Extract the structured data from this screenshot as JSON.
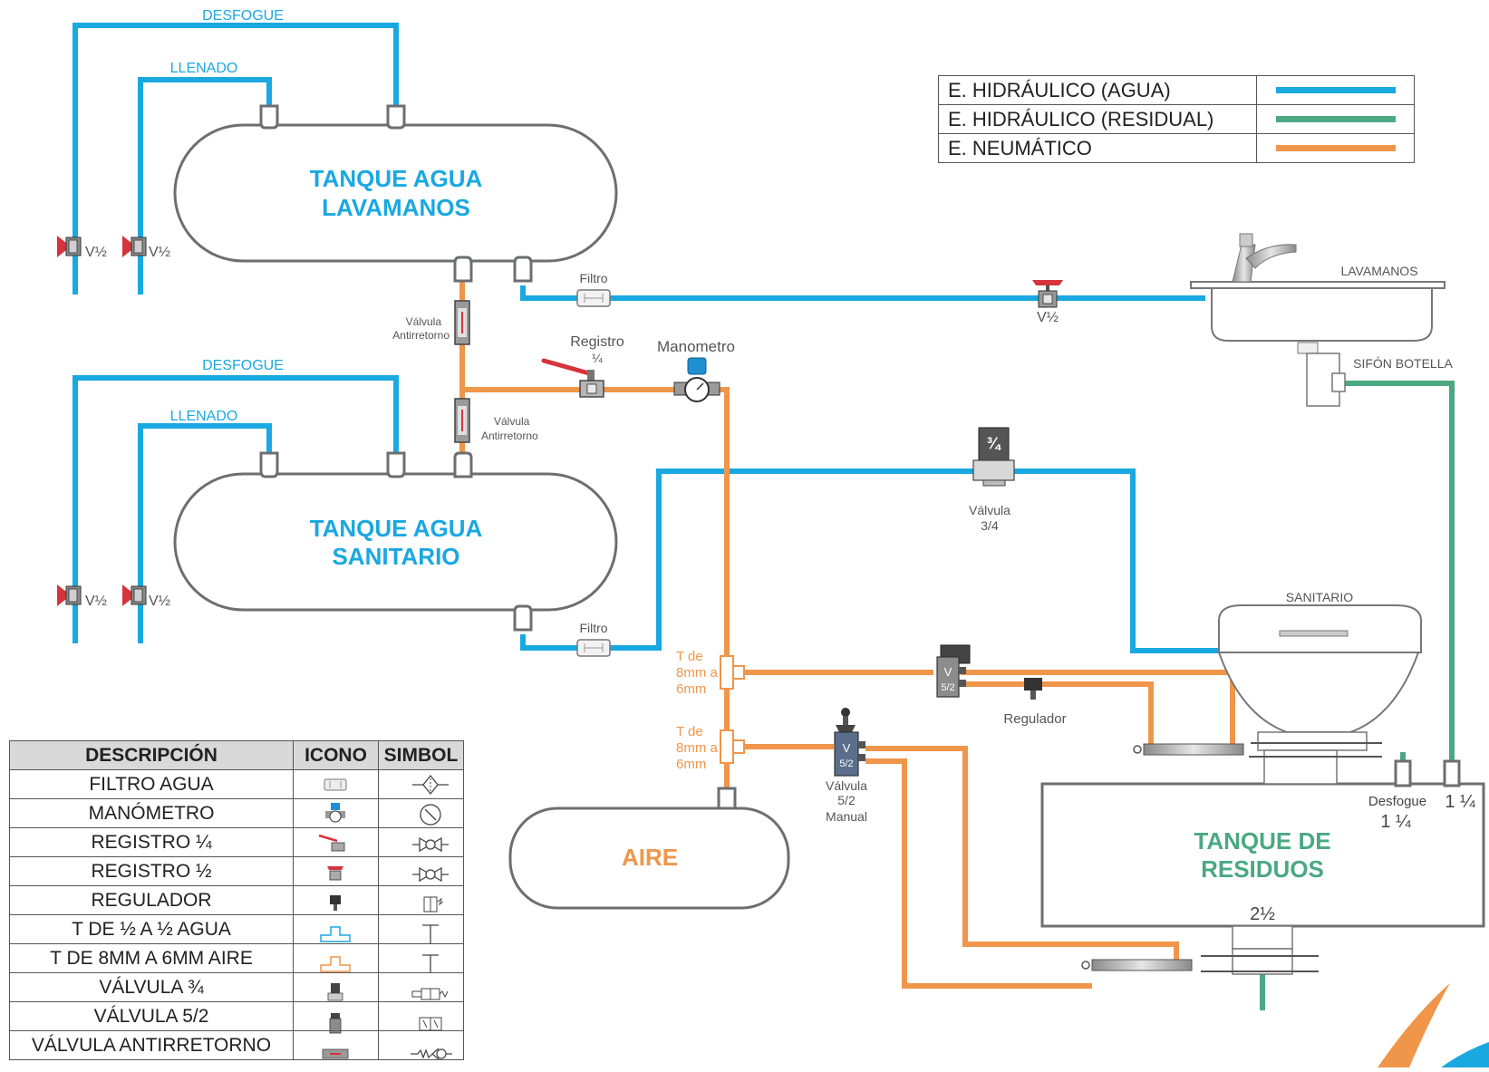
{
  "legend": [
    {
      "label": "E. HIDRÁULICO (AGUA)",
      "color": "#1aa8e0"
    },
    {
      "label": "E. HIDRÁULICO (RESIDUAL)",
      "color": "#4aa882"
    },
    {
      "label": "E. NEUMÁTICO",
      "color": "#f0964a"
    }
  ],
  "table": {
    "headers": [
      "DESCRIPCIÓN",
      "ICONO",
      "SIMBOL"
    ],
    "rows": [
      {
        "description": "FILTRO AGUA",
        "icon": "filter-icon",
        "symbol": "filter-symbol"
      },
      {
        "description": "MANÓMETRO",
        "icon": "manometer-icon",
        "symbol": "manometer-symbol"
      },
      {
        "description": "REGISTRO ¼",
        "icon": "ball-valve-quarter-icon",
        "symbol": "ball-valve-symbol"
      },
      {
        "description": "REGISTRO ½",
        "icon": "ball-valve-half-icon",
        "symbol": "ball-valve-symbol"
      },
      {
        "description": "REGULADOR",
        "icon": "regulator-icon",
        "symbol": "regulator-symbol"
      },
      {
        "description": "T DE ½ A ½ AGUA",
        "icon": "water-tee-icon",
        "symbol": "tee-symbol"
      },
      {
        "description": "T DE 8MM  A 6MM AIRE",
        "icon": "air-tee-icon",
        "symbol": "tee-symbol"
      },
      {
        "description": "VÁLVULA ¾",
        "icon": "solenoid-valve-icon",
        "symbol": "solenoid-valve-symbol"
      },
      {
        "description": "VÁLVULA 5/2",
        "icon": "valve-52-icon",
        "symbol": "valve-52-symbol"
      },
      {
        "description": "VÁLVULA  ANTIRRETORNO",
        "icon": "check-valve-icon",
        "symbol": "check-valve-symbol"
      }
    ]
  },
  "tanks": {
    "lavamanos": [
      "TANQUE AGUA",
      "LAVAMANOS"
    ],
    "sanitario": [
      "TANQUE AGUA",
      "SANITARIO"
    ],
    "aire": "AIRE",
    "residuos": [
      "TANQUE DE",
      "RESIDUOS"
    ]
  },
  "labels": {
    "desfogue": "DESFOGUE",
    "llenado": "LLENADO",
    "v_half": "V½",
    "filtro": "Filtro",
    "valvula": "Válvula",
    "antirretorno": "Antirretorno",
    "registro": "Registro",
    "registro_size": "¼",
    "manometro": "Manometro",
    "lavamanos": "LAVAMANOS",
    "sifon": "SIFÓN BOTELLA",
    "valve34_badge": "¾",
    "valve34_size": "3/4",
    "sanitario": "SANITARIO",
    "t_de": "T de",
    "t_8mm": "8mm a",
    "t_6mm": "6mm",
    "v_letter": "V",
    "v52": "5/2",
    "manual": "Manual",
    "regulador": "Regulador",
    "desfogue_small": "Desfogue",
    "one_quarter": "1 ¼",
    "two_half": "2½"
  },
  "colors": {
    "water": "#1aa8e0",
    "waste": "#4aa882",
    "air": "#f0964a",
    "outline": "#6d6e71",
    "valve_red": "#d6343c"
  }
}
